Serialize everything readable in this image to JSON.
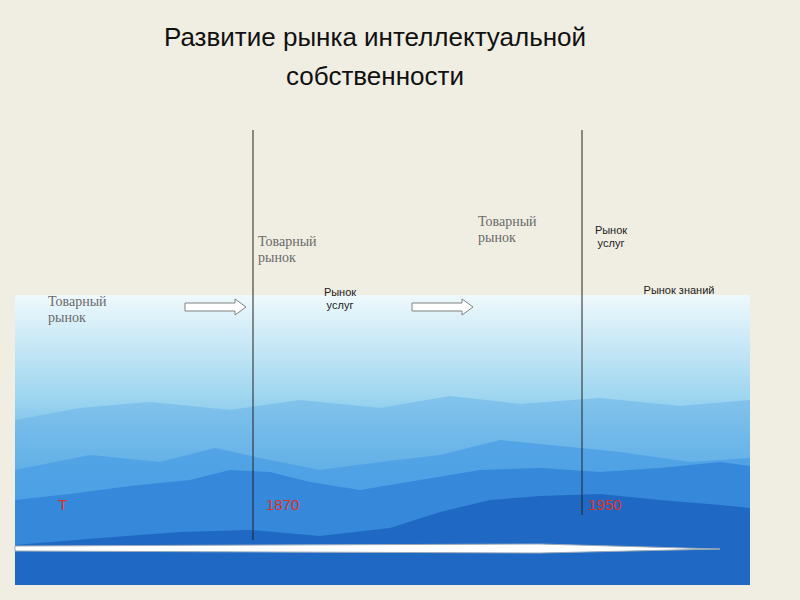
{
  "diagram": {
    "title": "Развитие рынка интеллектуальной собственности",
    "labels": [
      "Товарный рынок",
      "Товарный рынок",
      "Рынок услуг",
      "Товарный рынок",
      "Рынок услуг",
      "Рынок знаний",
      "Т",
      "1870",
      "1950"
    ]
  }
}
